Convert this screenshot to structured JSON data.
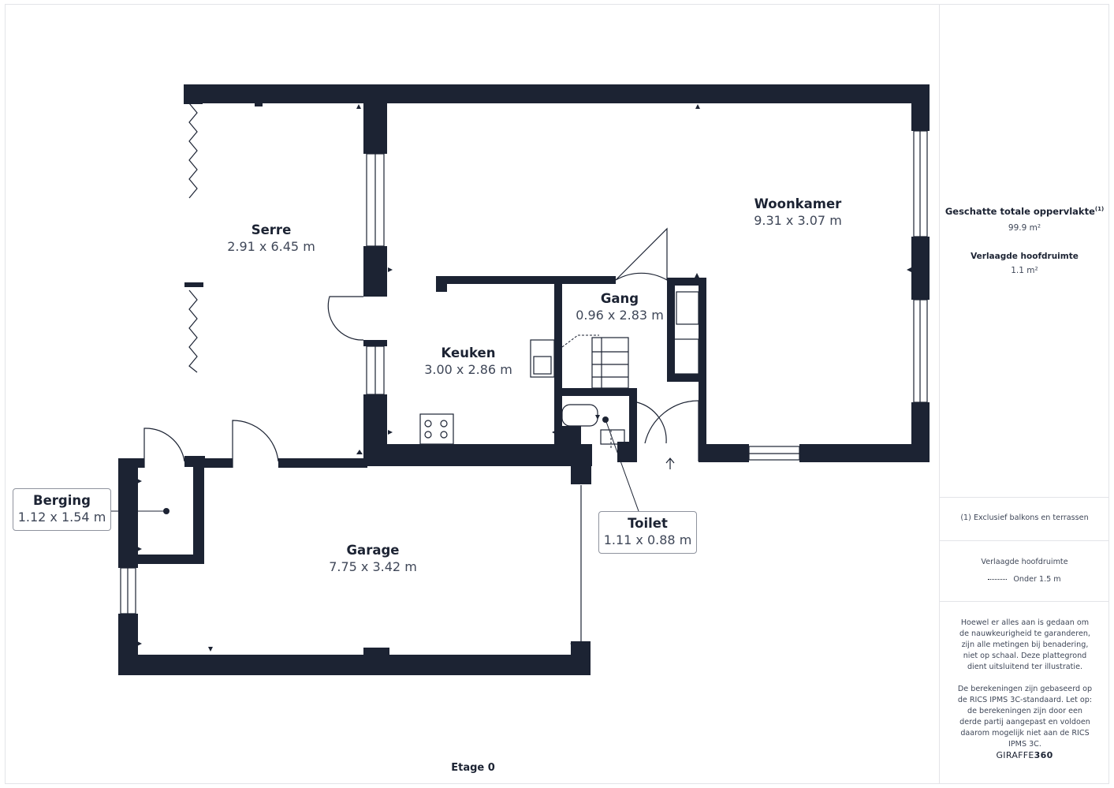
{
  "floor_label": "Etage 0",
  "rooms": {
    "serre": {
      "name": "Serre",
      "dims": "2.91 x 6.45 m"
    },
    "woonkamer": {
      "name": "Woonkamer",
      "dims": "9.31 x 3.07 m"
    },
    "gang": {
      "name": "Gang",
      "dims": "0.96 x 2.83 m"
    },
    "keuken": {
      "name": "Keuken",
      "dims": "3.00 x 2.86 m"
    },
    "berging": {
      "name": "Berging",
      "dims": "1.12 x 1.54 m"
    },
    "garage": {
      "name": "Garage",
      "dims": "7.75 x 3.42 m"
    },
    "toilet": {
      "name": "Toilet",
      "dims": "1.11 x 0.88 m"
    }
  },
  "sidebar": {
    "total_area_title": "Geschatte totale oppervlakte",
    "total_area_footnote": "(1)",
    "total_area_value": "99.9 m²",
    "reduced_headroom_title": "Verlaagde hoofdruimte",
    "reduced_headroom_value": "1.1 m²",
    "footnote_text": "(1) Exclusief balkons en terrassen",
    "legend_title": "Verlaagde hoofdruimte",
    "legend_item": "Onder 1.5 m",
    "disclaimer_1": "Hoewel er alles aan is gedaan om de nauwkeurigheid te garanderen, zijn alle metingen bij benadering, niet op schaal. Deze plattegrond dient uitsluitend ter illustratie.",
    "disclaimer_2": "De berekeningen zijn gebaseerd op de RICS IPMS 3C-standaard. Let op: de berekeningen zijn door een derde partij aangepast en voldoen daarom mogelijk niet aan de RICS IPMS 3C.",
    "brand_light": "GIRAFFE",
    "brand_bold": "360"
  },
  "colors": {
    "wall": "#1c2333",
    "text": "#1c2333",
    "muted": "#3f4758",
    "line": "#e3e4e8"
  }
}
